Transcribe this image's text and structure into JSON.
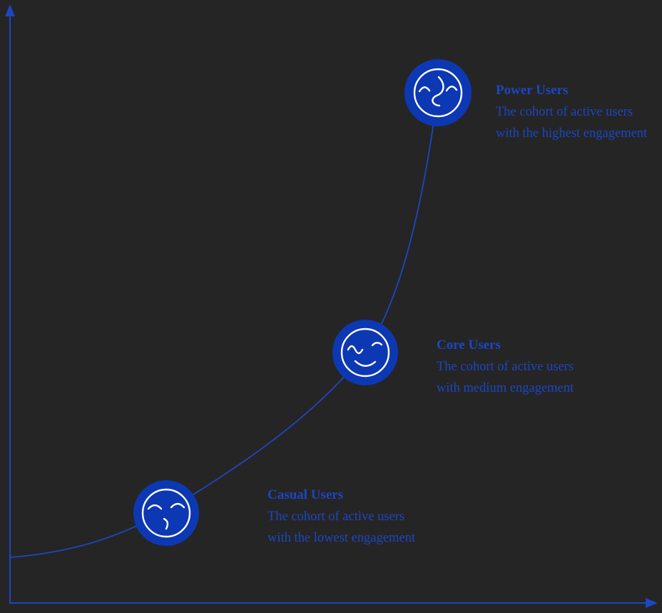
{
  "theme": {
    "accent": "#1c46c2",
    "node_fill": "#0d38b4",
    "face_stroke": "#ffffff",
    "background": "#252525",
    "text": "#1c46c2"
  },
  "diagram": {
    "type": "growth-curve",
    "description": "Exponential engagement curve with three user cohort nodes"
  },
  "nodes": [
    {
      "id": "casual-users",
      "title": "Casual Users",
      "description": "The cohort of active users with the lowest engagement",
      "icon": "casual-face-icon"
    },
    {
      "id": "core-users",
      "title": "Core Users",
      "description": "The cohort of active users with medium engagement",
      "icon": "core-face-icon"
    },
    {
      "id": "power-users",
      "title": "Power Users",
      "description": "The cohort of active users with the highest engagement",
      "icon": "power-face-icon"
    }
  ]
}
